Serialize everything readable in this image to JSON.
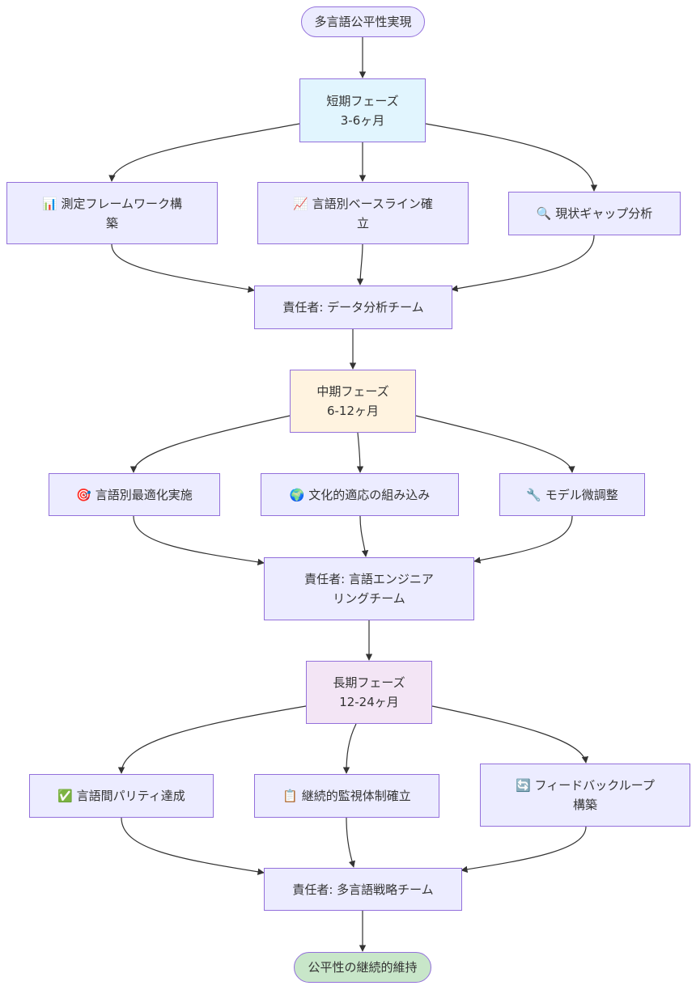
{
  "colors": {
    "default_fill": "#ececff",
    "default_stroke": "#9370db",
    "short_phase_fill": "#e1f5fe",
    "mid_phase_fill": "#fff3e0",
    "long_phase_fill": "#f3e5f5",
    "end_fill": "#c8e6c9",
    "edge": "#333333"
  },
  "nodes": {
    "start": "多言語公平性実現",
    "short_phase": "短期フェーズ\n3-6ヶ月",
    "s1": "📊 測定フレームワーク構\n築",
    "s2": "📈 言語別ベースライン確\n立",
    "s3": "🔍 現状ギャップ分析",
    "owner_short": "責任者: データ分析チーム",
    "mid_phase": "中期フェーズ\n6-12ヶ月",
    "m1": "🎯 言語別最適化実施",
    "m2": "🌍 文化的適応の組み込み",
    "m3": "🔧 モデル微調整",
    "owner_mid": "責任者: 言語エンジニア\nリングチーム",
    "long_phase": "長期フェーズ\n12-24ヶ月",
    "l1": "✅ 言語間パリティ達成",
    "l2": "📋 継続的監視体制確立",
    "l3": "🔄 フィードバックループ\n構築",
    "owner_long": "責任者: 多言語戦略チーム",
    "end": "公平性の継続的維持"
  }
}
